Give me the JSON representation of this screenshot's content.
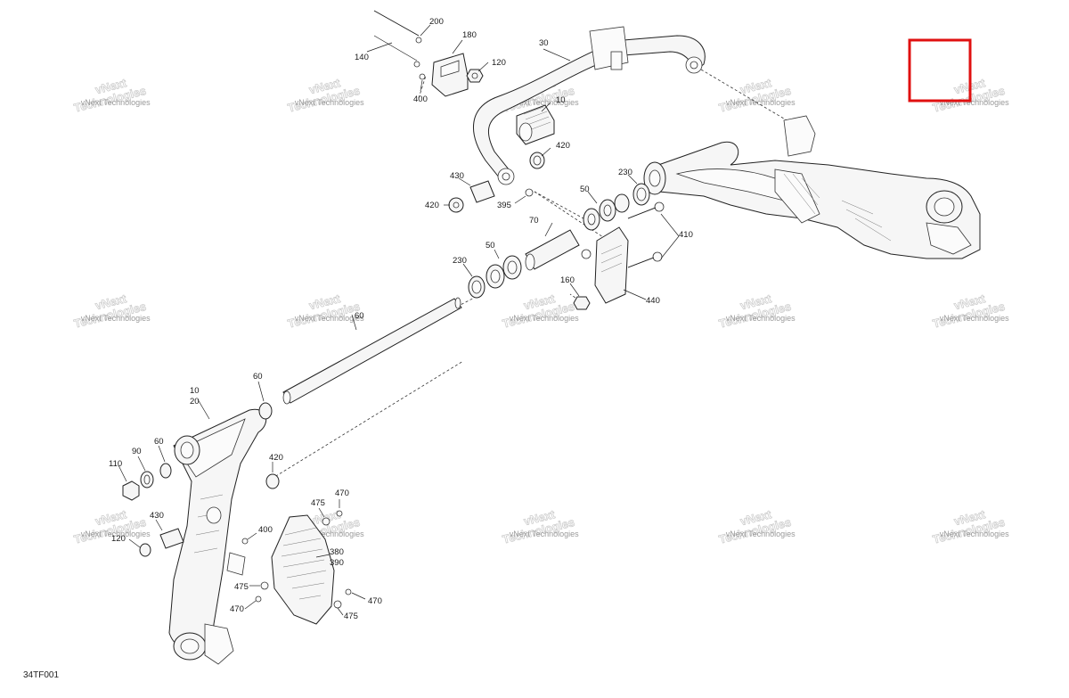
{
  "diagram_code": "34TF001",
  "watermark": {
    "line1": "vNext",
    "line2": "Technologies",
    "combined": "vNext Technologies"
  },
  "highlight_box": {
    "color": "#e01010"
  },
  "callouts": [
    {
      "label": "200"
    },
    {
      "label": "180"
    },
    {
      "label": "140"
    },
    {
      "label": "120"
    },
    {
      "label": "400"
    },
    {
      "label": "30"
    },
    {
      "label": "10"
    },
    {
      "label": "420"
    },
    {
      "label": "430"
    },
    {
      "label": "420"
    },
    {
      "label": "395"
    },
    {
      "label": "230"
    },
    {
      "label": "50"
    },
    {
      "label": "70"
    },
    {
      "label": "410"
    },
    {
      "label": "50"
    },
    {
      "label": "230"
    },
    {
      "label": "160"
    },
    {
      "label": "440"
    },
    {
      "label": "60"
    },
    {
      "label": "10"
    },
    {
      "label": "20"
    },
    {
      "label": "60"
    },
    {
      "label": "90"
    },
    {
      "label": "60"
    },
    {
      "label": "110"
    },
    {
      "label": "420"
    },
    {
      "label": "470"
    },
    {
      "label": "475"
    },
    {
      "label": "400"
    },
    {
      "label": "430"
    },
    {
      "label": "120"
    },
    {
      "label": "380"
    },
    {
      "label": "390"
    },
    {
      "label": "475"
    },
    {
      "label": "470"
    },
    {
      "label": "470"
    },
    {
      "label": "475"
    }
  ]
}
